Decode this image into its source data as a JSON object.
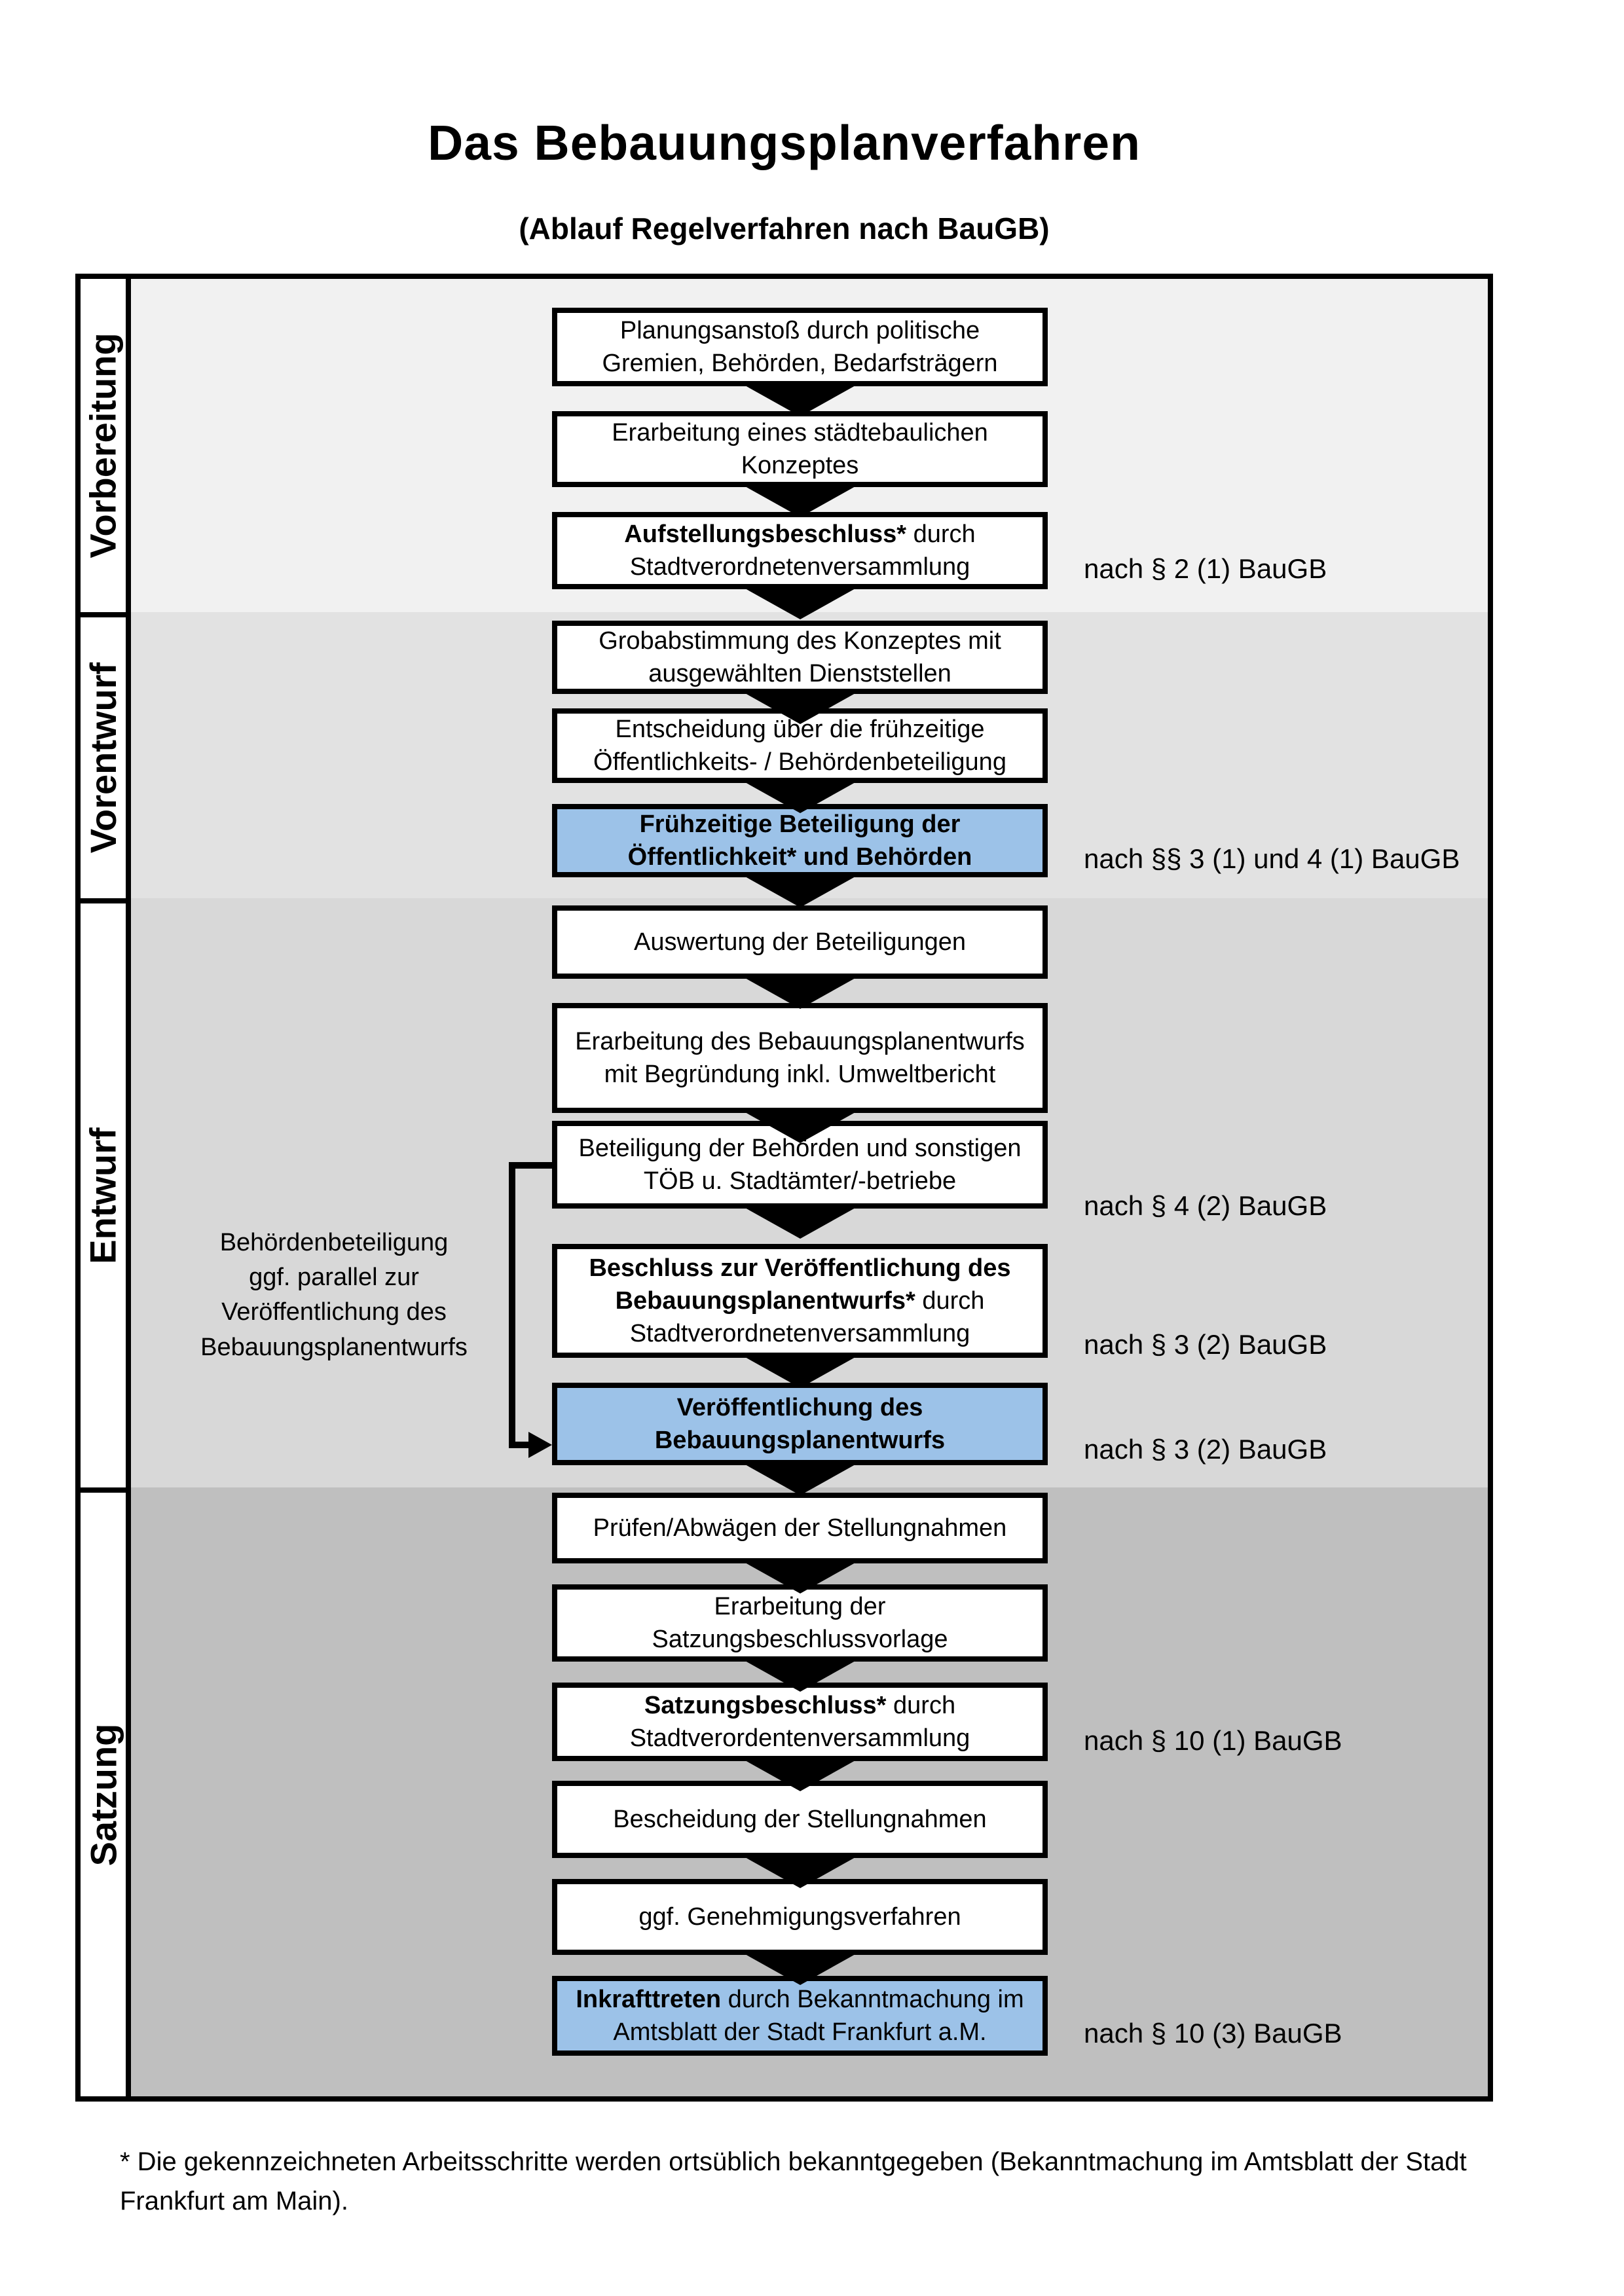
{
  "header": {
    "title": "Das Bebauungsplanverfahren",
    "subtitle": "(Ablauf Regelverfahren nach BauGB)"
  },
  "phases": [
    {
      "label": "Vorbereitung",
      "band_color": "#f1f1f1"
    },
    {
      "label": "Vorentwurf",
      "band_color": "#e2e2e2"
    },
    {
      "label": "Entwurf",
      "band_color": "#d8d8d8"
    },
    {
      "label": "Satzung",
      "band_color": "#bfbfbf"
    }
  ],
  "boxes": [
    {
      "bold": "",
      "text": "Planungsanstoß durch politische Gremien, Behörden, Bedarfsträgern",
      "highlighted": false
    },
    {
      "bold": "",
      "text": "Erarbeitung eines städtebaulichen Konzeptes",
      "highlighted": false
    },
    {
      "bold": "Aufstellungsbeschluss*",
      "text": " durch Stadtverordnetenversammlung",
      "highlighted": false
    },
    {
      "bold": "",
      "text": "Grobabstimmung des Konzeptes mit ausgewählten Dienststellen",
      "highlighted": false
    },
    {
      "bold": "",
      "text": "Entscheidung über die frühzeitige Öffentlichkeits- / Behördenbeteiligung",
      "highlighted": false
    },
    {
      "bold": "Frühzeitige Beteiligung der Öffentlichkeit* und Behörden",
      "text": "",
      "highlighted": true
    },
    {
      "bold": "",
      "text": "Auswertung der Beteiligungen",
      "highlighted": false
    },
    {
      "bold": "",
      "text": "Erarbeitung des Bebauungsplanentwurfs mit Begründung inkl. Umweltbericht",
      "highlighted": false
    },
    {
      "bold": "",
      "text": "Beteiligung der Behörden und sonstigen TÖB u. Stadtämter/-betriebe",
      "highlighted": false
    },
    {
      "bold": "Beschluss zur Veröffentlichung des Bebauungsplanentwurfs*",
      "text": " durch Stadtverordnetenversammlung",
      "highlighted": false
    },
    {
      "bold": "Veröffentlichung des Bebauungsplanentwurfs",
      "text": "",
      "highlighted": true
    },
    {
      "bold": "",
      "text": "Prüfen/Abwägen der Stellungnahmen",
      "highlighted": false
    },
    {
      "bold": "",
      "text": "Erarbeitung der Satzungsbeschlussvorlage",
      "highlighted": false
    },
    {
      "bold": "Satzungsbeschluss*",
      "text": " durch Stadtverordentenversammlung",
      "highlighted": false
    },
    {
      "bold": "",
      "text": "Bescheidung der Stellungnahmen",
      "highlighted": false
    },
    {
      "bold": "",
      "text": "ggf. Genehmigungsverfahren",
      "highlighted": false
    },
    {
      "bold": "Inkrafttreten",
      "text": " durch Bekanntmachung im Amtsblatt der Stadt Frankfurt a.M.",
      "highlighted": true
    }
  ],
  "refs": [
    {
      "text": "nach § 2 (1) BauGB"
    },
    {
      "text": "nach §§ 3 (1) und 4 (1) BauGB"
    },
    {
      "text": "nach § 4 (2) BauGB"
    },
    {
      "text": "nach § 3 (2) BauGB"
    },
    {
      "text": "nach § 3 (2) BauGB"
    },
    {
      "text": "nach § 10 (1) BauGB"
    },
    {
      "text": "nach § 10 (3) BauGB"
    }
  ],
  "annotation": {
    "text": "Behördenbeteiligung ggf. parallel zur Veröffentlichung des Bebauungsplanentwurfs"
  },
  "footnote": {
    "text": "* Die gekennzeichneten Arbeitsschritte werden ortsüblich bekanntgegeben (Bekanntmachung im Amtsblatt der Stadt Frankfurt am Main)."
  },
  "colors": {
    "highlight_blue": "#9cc2e8",
    "border_black": "#000000"
  }
}
